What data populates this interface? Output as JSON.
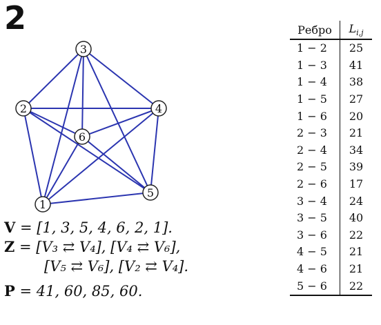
{
  "problem_number": "2",
  "graph": {
    "edge_color": "#2b35b0",
    "node_labels": [
      "1",
      "2",
      "3",
      "4",
      "5",
      "6"
    ],
    "edges": [
      [
        1,
        2
      ],
      [
        1,
        3
      ],
      [
        1,
        4
      ],
      [
        1,
        5
      ],
      [
        1,
        6
      ],
      [
        2,
        3
      ],
      [
        2,
        4
      ],
      [
        2,
        5
      ],
      [
        2,
        6
      ],
      [
        3,
        4
      ],
      [
        3,
        5
      ],
      [
        3,
        6
      ],
      [
        4,
        5
      ],
      [
        4,
        6
      ],
      [
        5,
        6
      ]
    ]
  },
  "formulas": {
    "v_symbol": "V",
    "v_text": "= [1, 3, 5, 4, 6, 2, 1].",
    "z_symbol": "Z",
    "z_line1": "= [V₃ ⇄ V₄], [V₄ ⇄ V₆],",
    "z_line2": "[V₅ ⇄ V₆], [V₂ ⇄ V₄].",
    "p_symbol": "P",
    "p_text": "= 41, 60, 85, 60."
  },
  "table": {
    "header_edge": "Ребро",
    "header_weight": "Li,j",
    "rows": [
      {
        "edge": "1 − 2",
        "weight": "25"
      },
      {
        "edge": "1 − 3",
        "weight": "41"
      },
      {
        "edge": "1 − 4",
        "weight": "38"
      },
      {
        "edge": "1 − 5",
        "weight": "27"
      },
      {
        "edge": "1 − 6",
        "weight": "20"
      },
      {
        "edge": "2 − 3",
        "weight": "21"
      },
      {
        "edge": "2 − 4",
        "weight": "34"
      },
      {
        "edge": "2 − 5",
        "weight": "39"
      },
      {
        "edge": "2 − 6",
        "weight": "17"
      },
      {
        "edge": "3 − 4",
        "weight": "24"
      },
      {
        "edge": "3 − 5",
        "weight": "40"
      },
      {
        "edge": "3 − 6",
        "weight": "22"
      },
      {
        "edge": "4 − 5",
        "weight": "21"
      },
      {
        "edge": "4 − 6",
        "weight": "21"
      },
      {
        "edge": "5 − 6",
        "weight": "22"
      }
    ]
  }
}
